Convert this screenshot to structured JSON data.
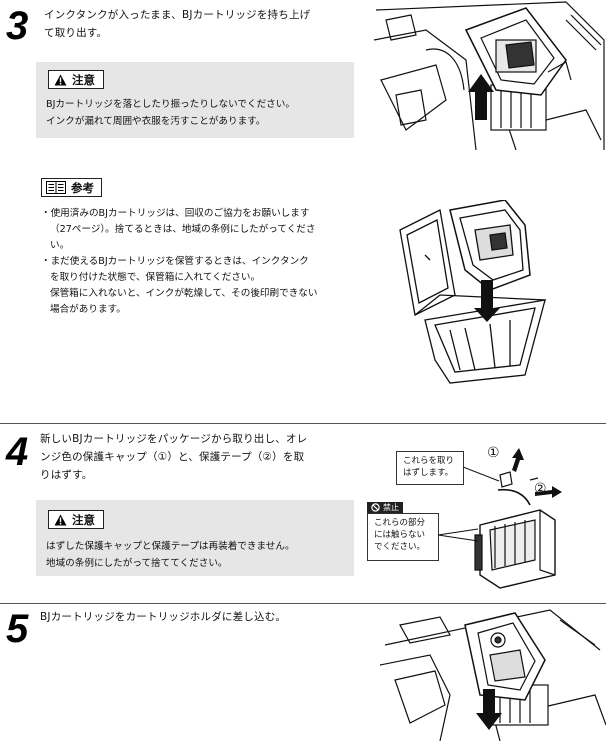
{
  "step3": {
    "number": "3",
    "text_line1": "インクタンクが入ったまま、BJカートリッジを持ち上げ",
    "text_line2": "て取り出す。",
    "caution": {
      "label": "注意",
      "line1": "BJカートリッジを落としたり振ったりしないでください。",
      "line2": "インクが漏れて周囲や衣服を汚すことがあります。"
    },
    "reference": {
      "label": "参考",
      "lines": [
        "・使用済みのBJカートリッジは、回収のご協力をお願いします",
        "（27ページ）。捨てるときは、地域の条例にしたがってくださ",
        "い。",
        "・まだ使えるBJカートリッジを保管するときは、インクタンク",
        "を取り付けた状態で、保管箱に入れてください。",
        "保管箱に入れないと、インクが乾燥して、その後印刷できない",
        "場合があります。"
      ]
    }
  },
  "step4": {
    "number": "4",
    "text_line1": "新しいBJカートリッジをパッケージから取り出し、オレ",
    "text_line2": "ンジ色の保護キャップ（①）と、保護テープ（②）を取",
    "text_line3": "りはずす。",
    "caution": {
      "label": "注意",
      "line1": "はずした保護キャップと保護テープは再装着できません。",
      "line2": "地域の条例にしたがって捨ててください。"
    },
    "illustration": {
      "remove_callout": "これらを取り\nはずします。",
      "prohibit_label": "禁止",
      "prohibit_callout": "これらの部分\nには触らない\nでください。",
      "marker1": "①",
      "marker2": "②"
    }
  },
  "step5": {
    "number": "5",
    "text": "BJカートリッジをカートリッジホルダに差し込む。"
  }
}
